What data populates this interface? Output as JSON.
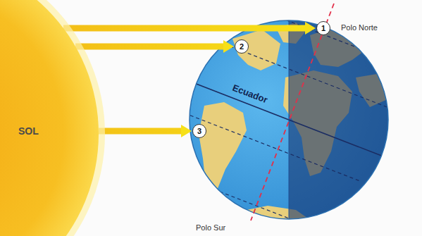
{
  "diagram": {
    "nodes": [
      {
        "text": [
          "SOL"
        ]
      },
      {
        "text": [
          "1"
        ]
      },
      {
        "text": [
          "2"
        ]
      },
      {
        "text": [
          "3"
        ]
      }
    ],
    "edges": [
      {
        "from": 0,
        "to": 1,
        "arrow": "to"
      },
      {
        "from": 0,
        "to": 2,
        "arrow": "to"
      },
      {
        "from": 0,
        "to": 3,
        "arrow": "to"
      }
    ],
    "labels": [
      "Polo Norte",
      "Ecuador",
      "Polo Sur"
    ]
  }
}
